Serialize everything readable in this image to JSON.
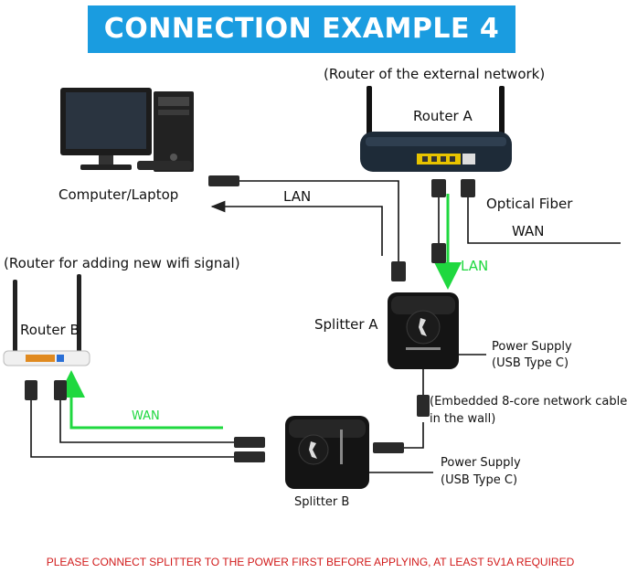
{
  "title": "CONNECTION EXAMPLE 4",
  "labels": {
    "router_a_caption": "(Router of the external network)",
    "router_a": "Router A",
    "computer": "Computer/Laptop",
    "lan_top": "LAN",
    "optical_fiber": "Optical Fiber",
    "wan_top": "WAN",
    "router_b_caption": "(Router for adding new wifi signal)",
    "router_b": "Router B",
    "lan_green": "LAN",
    "splitter_a": "Splitter A",
    "power_a_line1": "Power Supply",
    "power_a_line2": "(USB Type C)",
    "embedded_line1": "(Embedded 8-core network cable",
    "embedded_line2": "in the wall)",
    "wan_green": "WAN",
    "power_b_line1": "Power Supply",
    "power_b_line2": "(USB Type C)",
    "splitter_b": "Splitter B",
    "footer": "PLEASE CONNECT SPLITTER TO THE POWER FIRST BEFORE APPLYING, AT LEAST 5V1A REQUIRED"
  },
  "colors": {
    "banner": "#1a9ce0",
    "highlight_cable": "#1fd83f",
    "warning": "#d11a1a"
  }
}
